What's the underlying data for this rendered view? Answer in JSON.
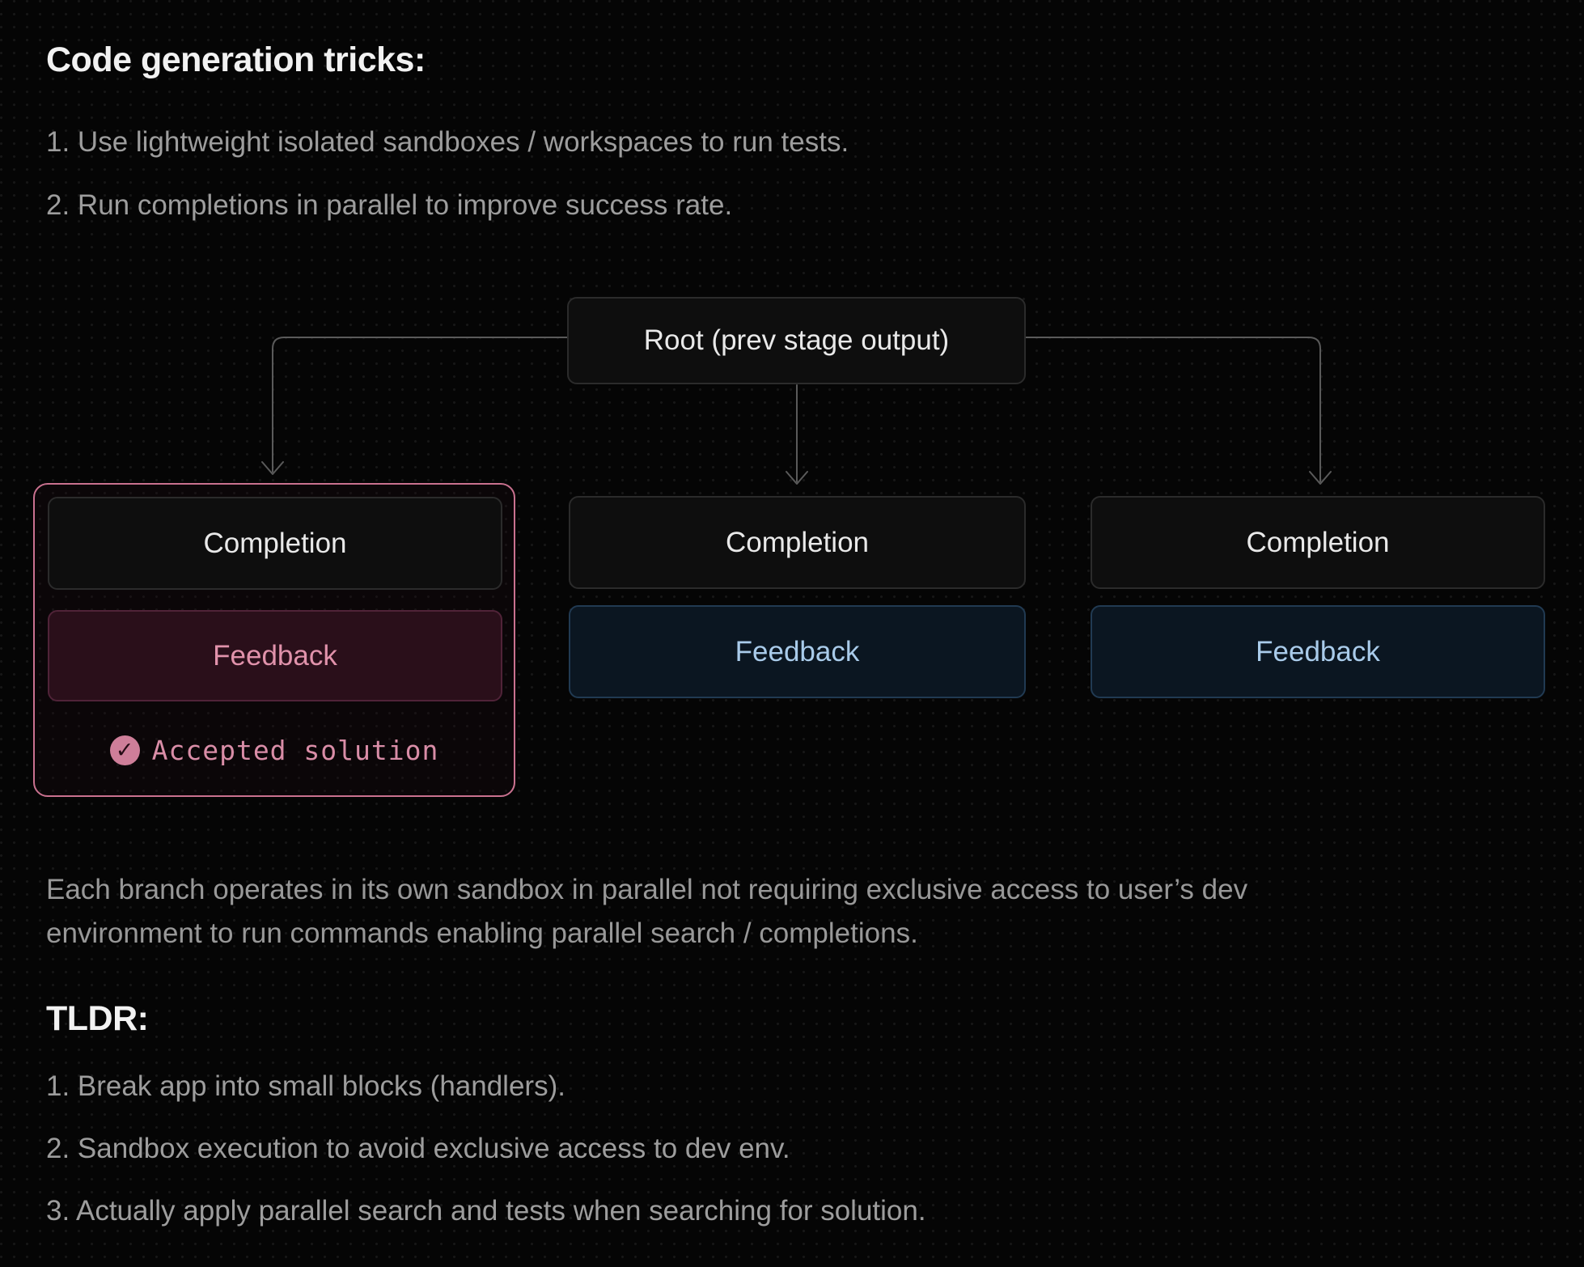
{
  "header": {
    "title": "Code generation tricks:"
  },
  "intro": {
    "items": [
      "1. Use lightweight isolated sandboxes / workspaces to run tests.",
      "2. Run completions in parallel to improve success rate."
    ]
  },
  "diagram": {
    "root_label": "Root (prev stage output)",
    "branches": [
      {
        "completion_label": "Completion",
        "feedback_label": "Feedback",
        "accepted_label": "Accepted solution",
        "check_glyph": "✓"
      },
      {
        "completion_label": "Completion",
        "feedback_label": "Feedback"
      },
      {
        "completion_label": "Completion",
        "feedback_label": "Feedback"
      }
    ]
  },
  "body": {
    "paragraph": "Each branch operates in its own sandbox in parallel not requiring exclusive access to user’s dev environment to run commands enabling parallel search / completions."
  },
  "tldr": {
    "title": "TLDR:",
    "items": [
      "1. Break app into small blocks (handlers).",
      "2. Sandbox execution to avoid exclusive access to dev env.",
      "3. Actually apply parallel search and tests when searching for solution."
    ]
  },
  "colors": {
    "background": "#050505",
    "accent_pink_border": "#c9718f",
    "accepted_text": "#d98da7",
    "feedback_rose_bg": "#2a0f1a",
    "feedback_rose_text": "#e192ab",
    "feedback_blue_bg": "#0b1621",
    "feedback_blue_text": "#a9cbea",
    "node_bg": "#0e0e0e",
    "node_border": "#2b2b2b",
    "connector": "#5a5a5a",
    "heading_text": "#f2f2f2",
    "body_text": "#9d9d9d"
  }
}
